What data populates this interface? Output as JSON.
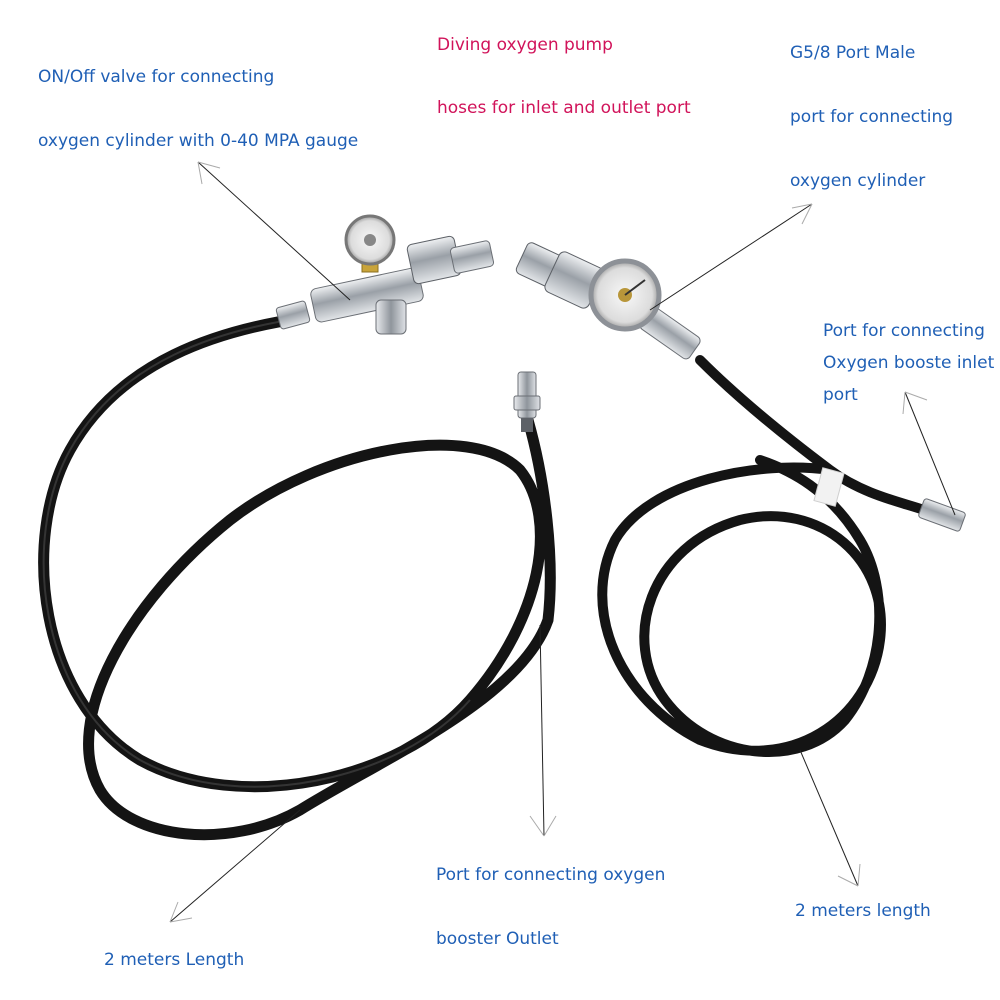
{
  "colors": {
    "label_blue": "#1f5fb5",
    "label_red": "#d1135a",
    "hose": "#141414",
    "metal": "#b9bdc3"
  },
  "title": {
    "line1": "Diving oxygen pump",
    "line2": "hoses for inlet and outlet port"
  },
  "left_valve": {
    "line1": "ON/Off valve for connecting",
    "line2": "oxygen cylinder with 0-40 MPA gauge"
  },
  "right_port": {
    "line1": "G5/8  Port  Male",
    "line2": "port for connecting",
    "line3": "oxygen cylinder"
  },
  "booster_inlet": {
    "line1": "Port for connecting",
    "line2": "Oxygen booste inlet",
    "line3": "port"
  },
  "booster_outlet": {
    "line1": "Port for connecting oxygen",
    "line2": "booster Outlet"
  },
  "left_length": "2  meters Length",
  "right_length": "2 meters length"
}
